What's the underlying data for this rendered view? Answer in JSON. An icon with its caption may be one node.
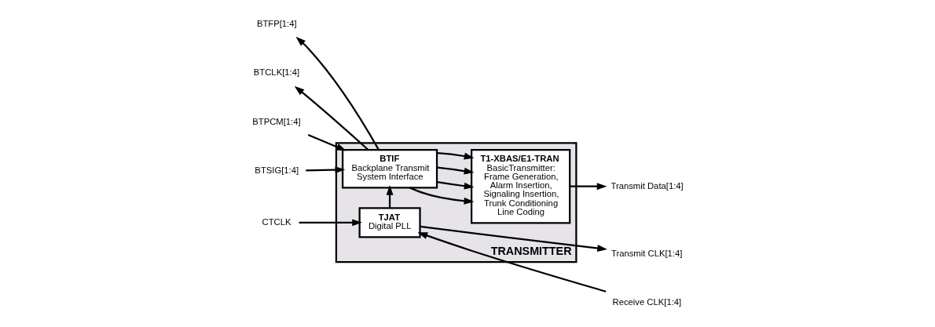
{
  "diagram": {
    "nodes": [
      {
        "text": [
          "TRANSMITTER"
        ]
      },
      {
        "text": [
          "BTIF",
          "Backplane Transmit System Interface"
        ],
        "in": 0
      },
      {
        "text": [
          "T1-XBAS/E1-TRAN",
          "BasicTransmitter: Frame Generation, Alarm Insertion, Signaling Insertion, Trunk Conditioning Line Coding"
        ],
        "in": 0
      },
      {
        "text": [
          "TJAT",
          "Digital PLL"
        ],
        "in": 0
      },
      {
        "text": [
          "CTCLK"
        ]
      },
      {
        "text": [
          "BTPCM[1:4]"
        ]
      },
      {
        "text": [
          "BTSIG[1:4]"
        ]
      },
      {
        "text": [
          "BTFP[1:4]"
        ]
      },
      {
        "text": [
          "BTCLK[1:4]"
        ]
      },
      {
        "text": [
          "Receive CLK[1:4]"
        ]
      },
      {
        "text": [
          "Transmit CLK[1:4]"
        ]
      },
      {
        "text": [
          "Transmit Data[1:4]"
        ]
      }
    ],
    "edges": [
      {
        "from": 4,
        "to": 3,
        "arrow": "to"
      },
      {
        "from": 9,
        "to": 3,
        "arrow": "to"
      },
      {
        "from": 3,
        "to": 1,
        "arrow": "to"
      },
      {
        "from": 5,
        "to": 1,
        "arrow": "to"
      },
      {
        "from": 6,
        "to": 1,
        "arrow": "to"
      },
      {
        "from": 1,
        "to": 7,
        "arrow": "to"
      },
      {
        "from": 1,
        "to": 8,
        "arrow": "to"
      },
      {
        "from": 1,
        "to": 2,
        "arrow": "to"
      },
      {
        "from": 1,
        "to": 2,
        "arrow": "to"
      },
      {
        "from": 1,
        "to": 2,
        "arrow": "to"
      },
      {
        "from": 1,
        "to": 2,
        "arrow": "to"
      },
      {
        "from": 3,
        "to": 10,
        "arrow": "to"
      },
      {
        "from": 2,
        "to": 11,
        "arrow": "to"
      }
    ]
  }
}
